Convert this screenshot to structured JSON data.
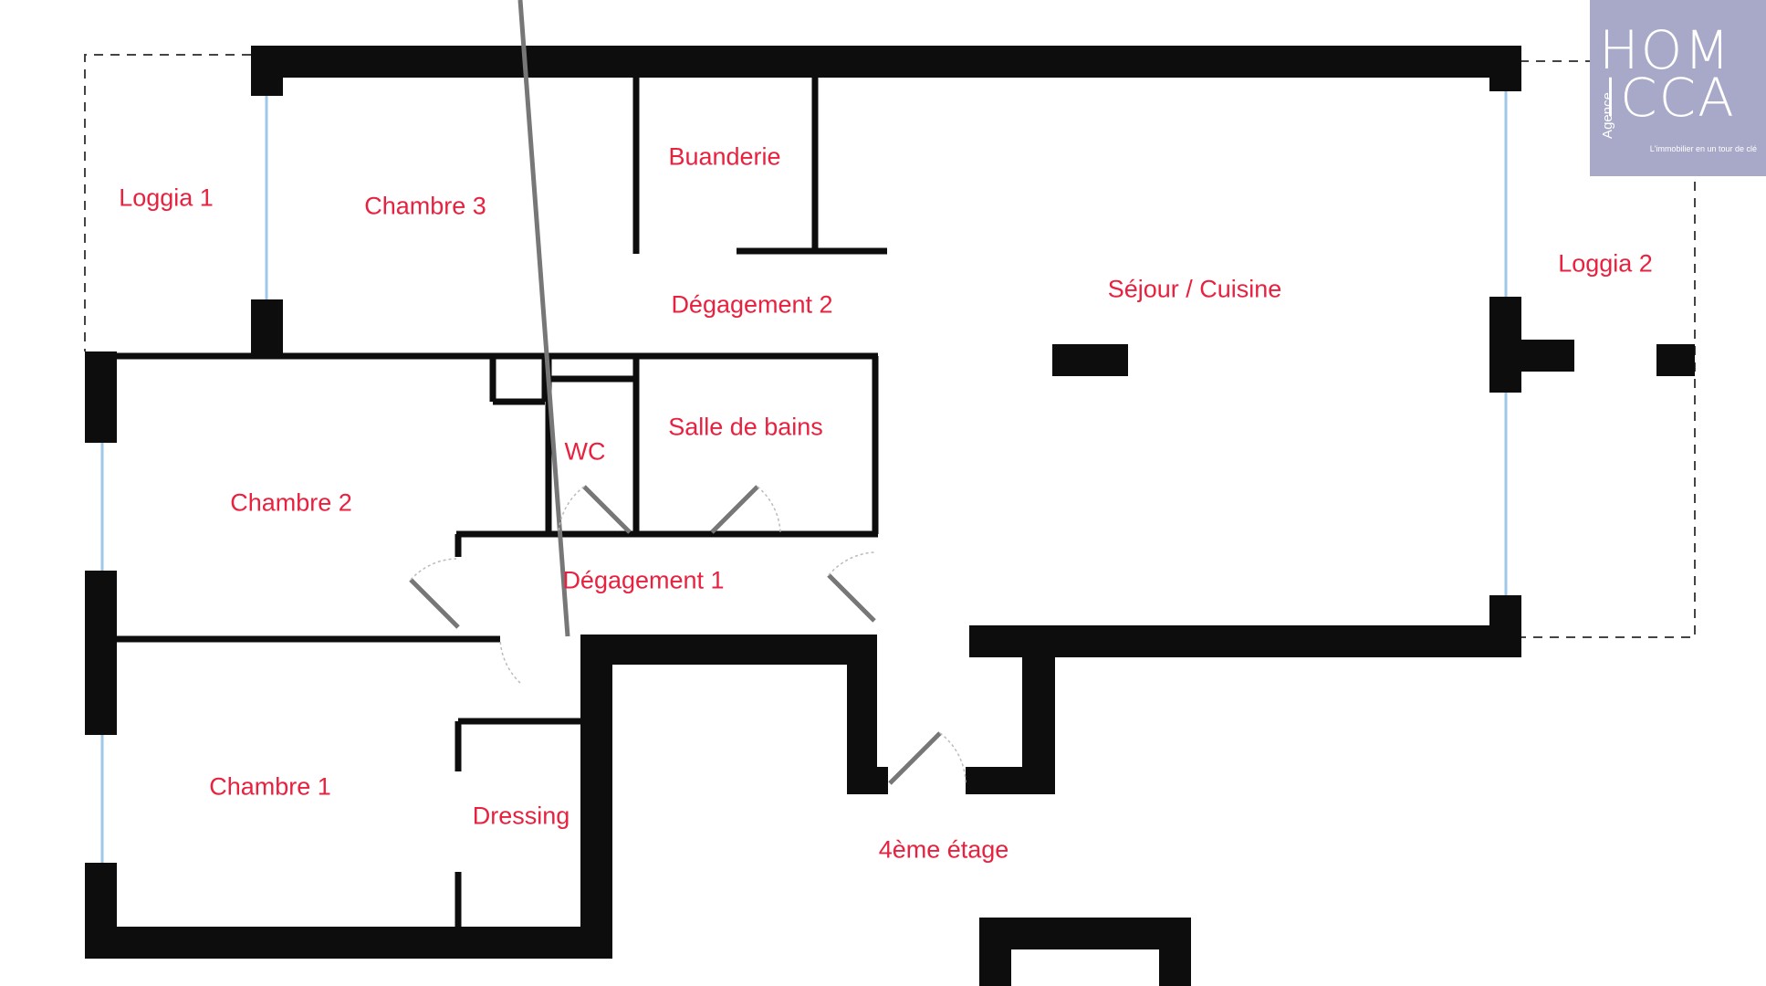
{
  "rooms": {
    "loggia_1": "Loggia 1",
    "chambre_3": "Chambre 3",
    "buanderie": "Buanderie",
    "degagement_2": "Dégagement 2",
    "sejour_cuisine": "Séjour / Cuisine",
    "loggia_2": "Loggia 2",
    "chambre_2": "Chambre 2",
    "wc": "WC",
    "salle_de_bains": "Salle de bains",
    "degagement_1": "Dégagement 1",
    "chambre_1": "Chambre 1",
    "dressing": "Dressing",
    "palier": "4ème étage"
  },
  "logo": {
    "line1": "HOM",
    "line2": "ICCA",
    "vertical": "Agence",
    "tagline": "L'immobilier en un tour de clé"
  },
  "colors": {
    "label": "#e8213f",
    "wall": "#0d0d0d",
    "logo_bg": "#a8a9c8",
    "window": "#9ec7e8"
  }
}
